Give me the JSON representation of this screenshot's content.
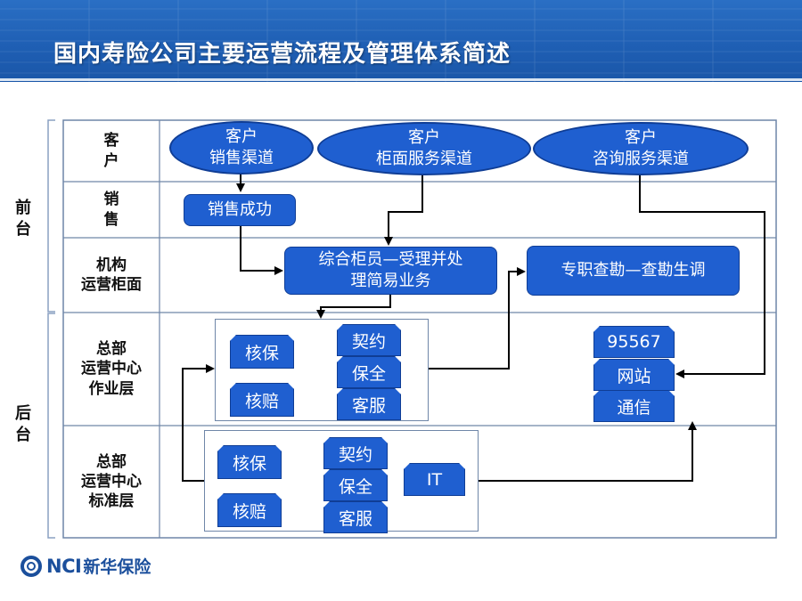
{
  "title": "国内寿险公司主要运营流程及管理体系简述",
  "side_labels": {
    "front": [
      "前",
      "台"
    ],
    "back": [
      "后",
      "台"
    ]
  },
  "lanes": {
    "customer": [
      "客",
      "户"
    ],
    "sales": [
      "销",
      "售"
    ],
    "counter": [
      "机构",
      "运营柜面"
    ],
    "hq_ops": [
      "总部",
      "运营中心",
      "作业层"
    ],
    "hq_std": [
      "总部",
      "运营中心",
      "标准层"
    ]
  },
  "customer_channels": [
    {
      "line1": "客户",
      "line2": "销售渠道"
    },
    {
      "line1": "客户",
      "line2": "柜面服务渠道"
    },
    {
      "line1": "客户",
      "line2": "咨询服务渠道"
    }
  ],
  "boxes": {
    "sales_success": "销售成功",
    "counter_clerk": [
      "综合柜员—受理并处",
      "理简易业务"
    ],
    "survey": "专职查勘—查勘生调"
  },
  "ops_layer": {
    "left": [
      "核保",
      "核赔"
    ],
    "right": [
      "契约",
      "保全",
      "客服"
    ],
    "service": [
      "95567",
      "网站",
      "通信"
    ]
  },
  "std_layer": {
    "left": [
      "核保",
      "核赔"
    ],
    "right": [
      "契约",
      "保全",
      "客服"
    ],
    "it": "IT"
  },
  "logo": {
    "text": "NCI",
    "name": "新华保险"
  },
  "colors": {
    "header": "#1f5fb4",
    "node": "#1f5fd0",
    "border": "#0f3d95",
    "frame": "#6f86a8"
  }
}
